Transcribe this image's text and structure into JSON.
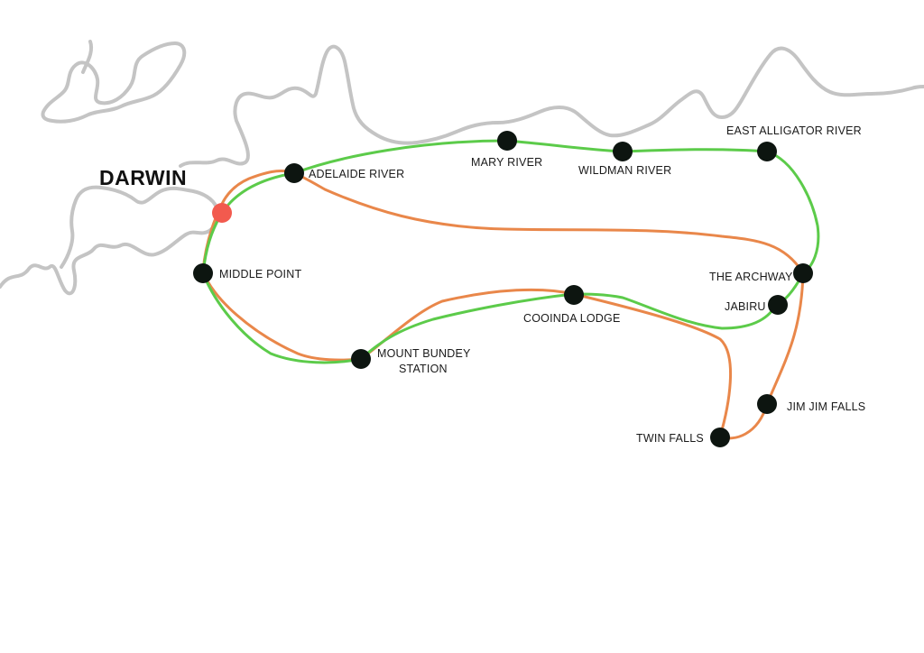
{
  "city": {
    "name": "DARWIN"
  },
  "colors": {
    "coast": "#c4c4c4",
    "route_green": "#5ccb4a",
    "route_orange": "#e9874a",
    "stop": "#0d1510",
    "start": "#f25a4e"
  },
  "stops": [
    {
      "id": "adelaide-river",
      "label": "ADELAIDE RIVER"
    },
    {
      "id": "mary-river",
      "label": "MARY RIVER"
    },
    {
      "id": "wildman-river",
      "label": "WILDMAN RIVER"
    },
    {
      "id": "east-alligator-river",
      "label": "EAST ALLIGATOR RIVER"
    },
    {
      "id": "the-archway",
      "label": "THE ARCHWAY"
    },
    {
      "id": "jabiru",
      "label": "JABIRU"
    },
    {
      "id": "middle-point",
      "label": "MIDDLE POINT"
    },
    {
      "id": "cooinda-lodge",
      "label": "COOINDA LODGE"
    },
    {
      "id": "mount-bundey-station",
      "label_lines": [
        "MOUNT BUNDEY",
        "STATION"
      ]
    },
    {
      "id": "jim-jim-falls",
      "label": "JIM JIM FALLS"
    },
    {
      "id": "twin-falls",
      "label": "TWIN FALLS"
    }
  ]
}
